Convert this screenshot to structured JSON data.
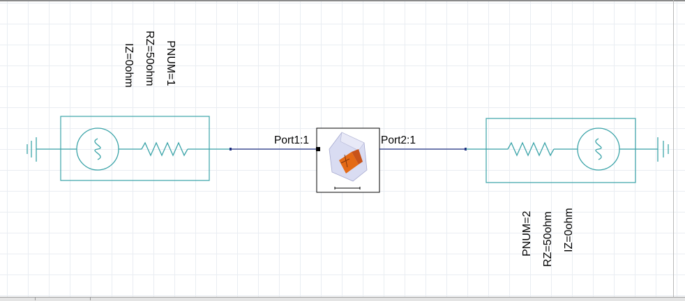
{
  "schematic": {
    "port1": {
      "pnum": "PNUM=1",
      "rz": "RZ=50ohm",
      "iz": "IZ=0ohm",
      "pin_label": "Port1:1"
    },
    "port2": {
      "pnum": "PNUM=2",
      "rz": "RZ=50ohm",
      "iz": "IZ=0ohm",
      "pin_label": "Port2:1"
    },
    "component": {
      "icon": "em-model-icon"
    }
  },
  "colors": {
    "component_teal": "#3aa3a8",
    "wire": "#1f2f80",
    "grid": "#e9edf2",
    "model_orange": "#e46a16"
  }
}
